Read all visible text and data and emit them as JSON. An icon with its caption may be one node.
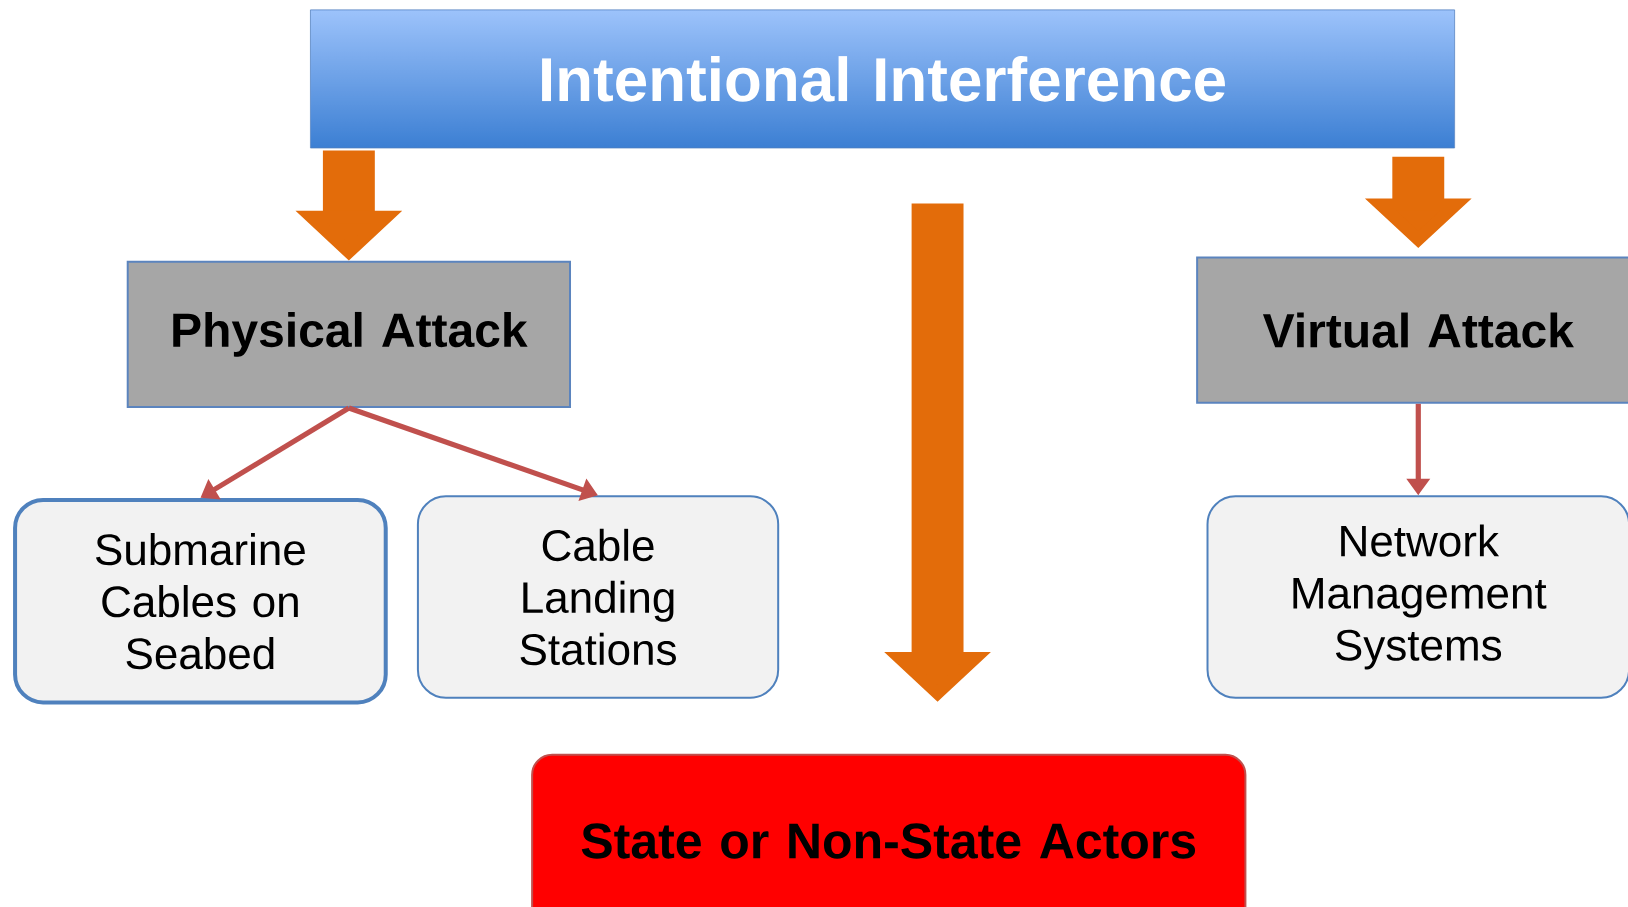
{
  "diagram": {
    "nodes": [
      {
        "text": [
          "Intentional Interference"
        ]
      },
      {
        "text": [
          "Physical Attack"
        ]
      },
      {
        "text": [
          "Virtual Attack"
        ]
      },
      {
        "text": [
          "Submarine Cables on Seabed"
        ]
      },
      {
        "text": [
          "Cable Landing Stations"
        ]
      },
      {
        "text": [
          "Network Management Systems"
        ]
      },
      {
        "text": [
          "State or Non-State Actors"
        ]
      }
    ],
    "edges": [
      {
        "from": 0,
        "to": 1,
        "arrow": "to",
        "style": "thick",
        "color": "#e36c0a"
      },
      {
        "from": 0,
        "to": 2,
        "arrow": "to",
        "style": "thick",
        "color": "#e36c0a"
      },
      {
        "from": 0,
        "to": 6,
        "arrow": "to",
        "style": "thick",
        "color": "#e36c0a"
      },
      {
        "from": 1,
        "to": 3,
        "arrow": "to",
        "color": "#c0504d"
      },
      {
        "from": 1,
        "to": 4,
        "arrow": "to",
        "color": "#c0504d"
      },
      {
        "from": 2,
        "to": 5,
        "arrow": "to",
        "color": "#c0504d"
      }
    ]
  }
}
